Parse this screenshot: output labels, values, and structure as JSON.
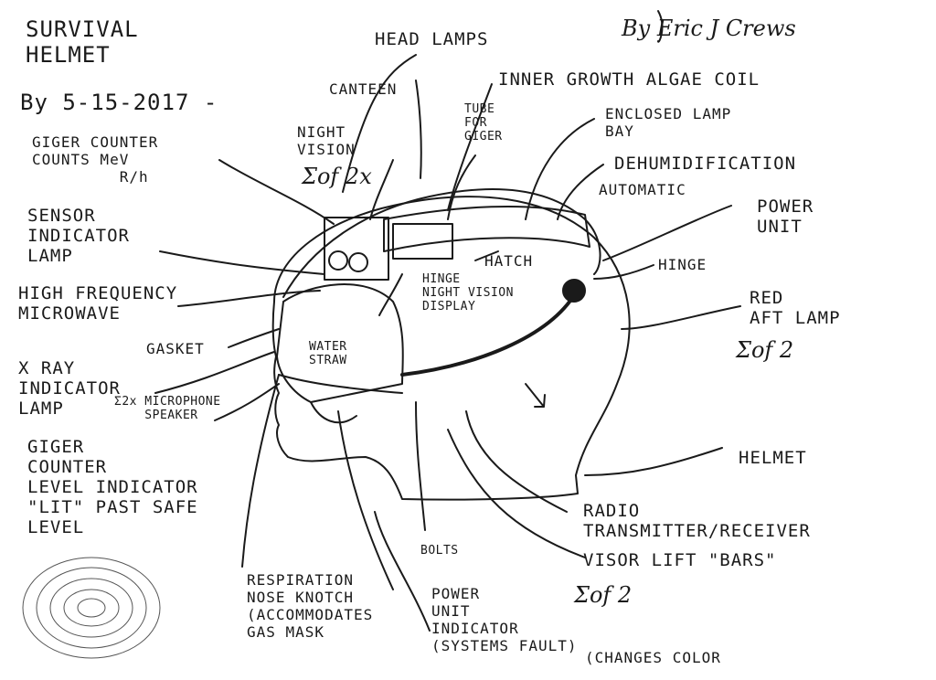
{
  "title": "SURVIVAL\nHELMET",
  "author": "By Eric J Crews",
  "date": "By 5-15-2017 -",
  "labels": {
    "head_lamps": "HEAD LAMPS",
    "canteen": "CANTEEN",
    "inner_growth": "INNER GROWTH ALGAE COIL",
    "tube_for_giger": "TUBE\nFOR\nGIGER",
    "enclosed_lamp_bay": "ENCLOSED LAMP\nBAY",
    "night_vision": "NIGHT\nVISION",
    "night_vision_qty": "Σof 2x",
    "giger_counter_counts": "GIGER COUNTER\nCOUNTS MeV\n         R/h",
    "dehumidification": "DEHUMIDIFICATION",
    "automatic": "AUTOMATIC",
    "power_unit": "POWER\nUNIT",
    "sensor_indicator_lamp": "SENSOR\nINDICATOR\nLAMP",
    "hatch": "HATCH",
    "hinge_top": "HINGE",
    "hinge_night_vision_display": "HINGE\nNIGHT VISION\nDISPLAY",
    "hinge_right": "HINGE",
    "high_frequency_microwave": "HIGH FREQUENCY\nMICROWAVE",
    "red_aft_lamp": "RED\nAFT LAMP",
    "red_aft_lamp_qty": "Σof 2",
    "gasket": "GASKET",
    "water_straw": "WATER\nSTRAW",
    "x_ray_indicator_lamp": "X RAY\nINDICATOR\nLAMP",
    "microphone_speaker": "Σ2x MICROPHONE\n    SPEAKER",
    "giger_counter_level": "GIGER\nCOUNTER\nLEVEL INDICATOR\n\"LIT\" PAST SAFE\nLEVEL",
    "helmet": "HELMET",
    "radio": "RADIO\nTRANSMITTER/RECEIVER",
    "bolts": "BOLTS",
    "visor_lift_bars": "VISOR LIFT \"BARS\"",
    "visor_lift_qty": "Σof 2",
    "respiration": "RESPIRATION\nNOSE KNOTCH\n(ACCOMMODATES\nGAS MASK",
    "power_unit_indicator": "POWER\nUNIT\nINDICATOR\n(SYSTEMS FAULT)",
    "changes_color": "(CHANGES COLOR"
  },
  "colors": {
    "ink": "#1a1a1a",
    "paper": "#ffffff"
  }
}
